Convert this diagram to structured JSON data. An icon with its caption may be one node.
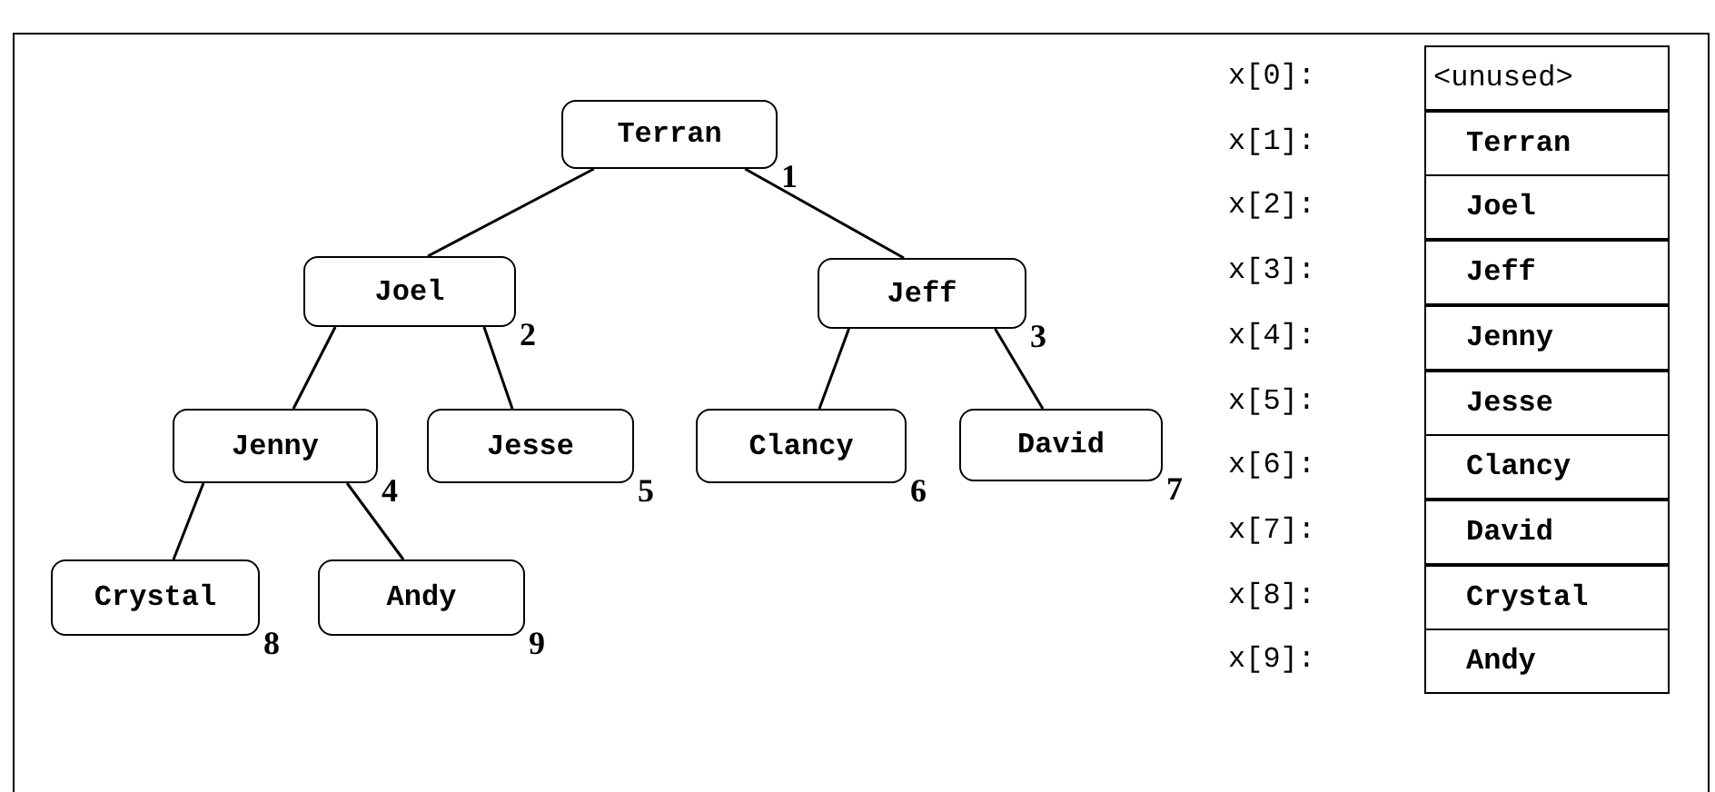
{
  "diagram": {
    "nodes": [
      {
        "text": [
          "Terran"
        ],
        "beside": [
          "1"
        ]
      },
      {
        "text": [
          "Joel"
        ],
        "beside": [
          "2"
        ]
      },
      {
        "text": [
          "Jeff"
        ],
        "beside": [
          "3"
        ]
      },
      {
        "text": [
          "Jenny"
        ],
        "beside": [
          "4"
        ]
      },
      {
        "text": [
          "Jesse"
        ],
        "beside": [
          "5"
        ]
      },
      {
        "text": [
          "Clancy"
        ],
        "beside": [
          "6"
        ]
      },
      {
        "text": [
          "David"
        ],
        "beside": [
          "7"
        ]
      },
      {
        "text": [
          "Crystal"
        ],
        "beside": [
          "8"
        ]
      },
      {
        "text": [
          "Andy"
        ],
        "beside": [
          "9"
        ]
      }
    ],
    "edges": [
      {
        "from": 0,
        "to": 1,
        "arrow": "none"
      },
      {
        "from": 0,
        "to": 2,
        "arrow": "none"
      },
      {
        "from": 1,
        "to": 3,
        "arrow": "none"
      },
      {
        "from": 1,
        "to": 4,
        "arrow": "none"
      },
      {
        "from": 2,
        "to": 5,
        "arrow": "none"
      },
      {
        "from": 2,
        "to": 6,
        "arrow": "none"
      },
      {
        "from": 3,
        "to": 7,
        "arrow": "none"
      },
      {
        "from": 3,
        "to": 8,
        "arrow": "none"
      }
    ],
    "labels": [
      "x[0]:",
      "<unused>",
      "x[1]:",
      "Terran",
      "x[2]:",
      "Joel",
      "x[3]:",
      "Jeff",
      "x[4]:",
      "Jenny",
      "x[5]:",
      "Jesse",
      "x[6]:",
      "Clancy",
      "x[7]:",
      "David",
      "x[8]:",
      "Crystal",
      "x[9]:",
      "Andy"
    ]
  }
}
